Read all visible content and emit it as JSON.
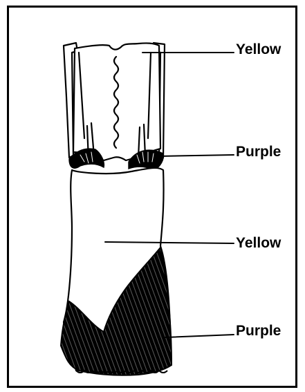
{
  "labels": [
    {
      "text": "Yellow",
      "color": "#000000"
    },
    {
      "text": "Purple",
      "color": "#000000"
    },
    {
      "text": "Yellow",
      "color": "#000000"
    },
    {
      "text": "Purple",
      "color": "#000000"
    }
  ],
  "colors": {
    "ink": "#000000",
    "paper": "#ffffff"
  }
}
